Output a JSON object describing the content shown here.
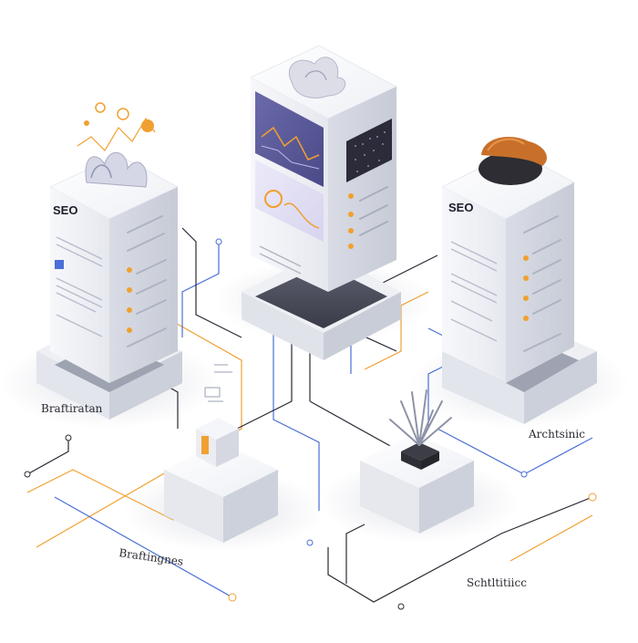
{
  "diagram": {
    "towers": {
      "left": {
        "badge": "SEO"
      },
      "right": {
        "badge": "SEO"
      }
    },
    "labels": {
      "left": "Braftiratan",
      "bottom_left": "Braftingnes",
      "right": "Archtsinic",
      "bottom_right": "Schtltitiicc"
    },
    "colors": {
      "accent_orange": "#f0a030",
      "line_blue": "#4a6fd6",
      "line_dark": "#2a2a35",
      "panel_purple": "#5b5a9e",
      "screen_dark": "#2b2b3a"
    }
  }
}
